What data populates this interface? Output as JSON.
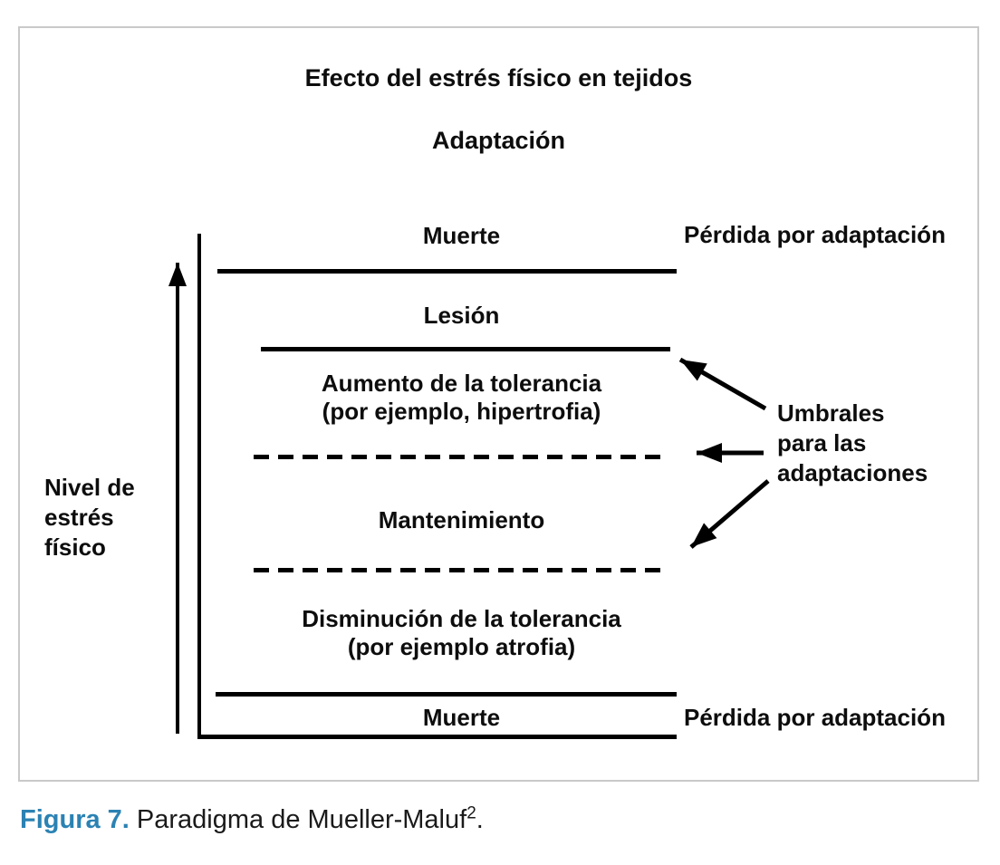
{
  "figure": {
    "title": "Efecto del estrés físico en tejidos",
    "subtitle": "Adaptación",
    "y_axis_label_lines": [
      "Nivel de",
      "estrés",
      "físico"
    ],
    "zones": {
      "muerte_top": "Muerte",
      "lesion": "Lesión",
      "aumento_line1": "Aumento de la tolerancia",
      "aumento_line2": "(por ejemplo, hipertrofia)",
      "mantenimiento": "Mantenimiento",
      "disminucion_line1": "Disminución de la tolerancia",
      "disminucion_line2": "(por ejemplo atrofia)",
      "muerte_bottom": "Muerte"
    },
    "right_labels": {
      "perdida_top": "Pérdida por adaptación",
      "perdida_bottom": "Pérdida por adaptación",
      "umbrales_lines": [
        "Umbrales",
        "para las",
        "adaptaciones"
      ]
    },
    "colors": {
      "line": "#000000",
      "text": "#0d0d0d",
      "border": "#c9c9c9",
      "caption_accent": "#2b82b3"
    }
  },
  "caption": {
    "label": "Figura 7.",
    "text": " Paradigma de Mueller-Maluf",
    "reference_mark": "2",
    "period": "."
  }
}
